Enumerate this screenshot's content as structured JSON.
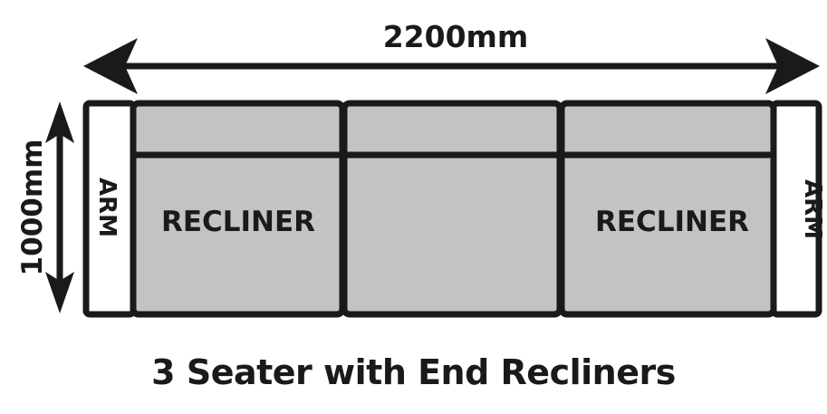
{
  "dimensions": {
    "width_label": "2200mm",
    "depth_label": "1000mm"
  },
  "seats": {
    "arm_left_label": "ARM",
    "recliner_left_label": "RECLINER",
    "middle_label": "",
    "recliner_right_label": "RECLINER",
    "arm_right_label": "ARM"
  },
  "caption": "3 Seater with End Recliners",
  "colors": {
    "outline": "#1a1a1a",
    "seat_fill": "#c3c3c3",
    "arm_fill": "#ffffff"
  }
}
